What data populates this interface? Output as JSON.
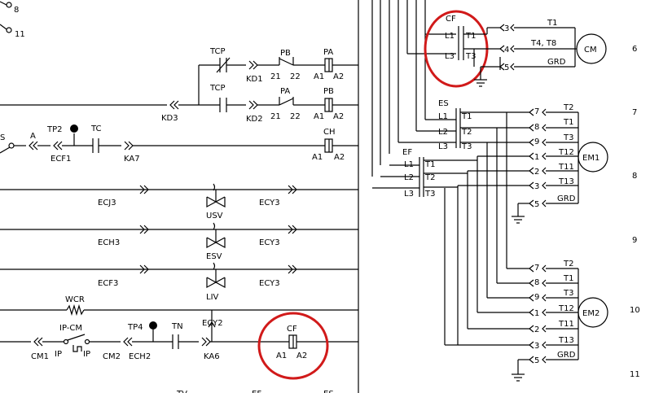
{
  "top_left": {
    "term8": "8",
    "term11": "11"
  },
  "rung_pa": {
    "tcp": "TCP",
    "kd1": "KD1",
    "pb": "PB",
    "c21": "21",
    "c22": "22",
    "coil": "PA",
    "a1": "A1",
    "a2": "A2"
  },
  "rung_pb": {
    "kd3": "KD3",
    "tcp": "TCP",
    "kd2": "KD2",
    "pa": "PA",
    "c21": "21",
    "c22": "22",
    "coil": "PB",
    "a1": "A1",
    "a2": "A2"
  },
  "rung_ch": {
    "s": "S",
    "a": "A",
    "tp2": "TP2",
    "ecf1": "ECF1",
    "tc": "TC",
    "ka7": "KA7",
    "coil": "CH",
    "a1": "A1",
    "a2": "A2"
  },
  "rung_usv": {
    "ecj3": "ECJ3",
    "valve": "USV",
    "ecy3": "ECY3"
  },
  "rung_esv": {
    "ech3": "ECH3",
    "valve": "ESV",
    "ecy3": "ECY3"
  },
  "rung_liv": {
    "ecf3": "ECF3",
    "valve": "LIV",
    "ecy3": "ECY3"
  },
  "rung_wcr": {
    "wcr": "WCR",
    "ecy2": "ECY2"
  },
  "rung_cf": {
    "ipcm": "IP-CM",
    "cm1": "CM1",
    "ip1": "IP",
    "ip2": "IP",
    "cm2": "CM2",
    "ech2": "ECH2",
    "tp4": "TP4",
    "tn": "TN",
    "ka6": "KA6",
    "coil": "CF",
    "a1": "A1",
    "a2": "A2"
  },
  "bottom_partial": {
    "tv": "TV",
    "ef": "EF",
    "es": "ES"
  },
  "cf_contactor": {
    "label": "CF",
    "l1": "L1",
    "t1": "T1",
    "l3": "L3",
    "t3": "T3"
  },
  "cm": {
    "p3": "3",
    "p4": "4",
    "p5": "5",
    "t1": "T1",
    "t48": "T4, T8",
    "grd": "GRD",
    "motor": "CM"
  },
  "es_contactor": {
    "label": "ES",
    "l1": "L1",
    "t1": "T1",
    "l2": "L2",
    "t2": "T2",
    "l3": "L3",
    "t3": "T3"
  },
  "ef_contactor": {
    "label": "EF",
    "l1": "L1",
    "t1": "T1",
    "l2": "L2",
    "t2": "T2",
    "l3": "L3",
    "t3": "T3"
  },
  "em1": {
    "p7": "7",
    "p8": "8",
    "p9": "9",
    "p1": "1",
    "p2": "2",
    "p3": "3",
    "p5": "5",
    "t2": "T2",
    "t1": "T1",
    "t3": "T3",
    "t12": "T12",
    "t11": "T11",
    "t13": "T13",
    "grd": "GRD",
    "motor": "EM1"
  },
  "em2": {
    "p7": "7",
    "p8": "8",
    "p9": "9",
    "p1": "1",
    "p2": "2",
    "p3": "3",
    "p5": "5",
    "t2": "T2",
    "t1": "T1",
    "t3": "T3",
    "t12": "T12",
    "t11": "T11",
    "t13": "T13",
    "grd": "GRD",
    "motor": "EM2"
  },
  "row_numbers": {
    "r6": "6",
    "r7": "7",
    "r8": "8",
    "r9": "9",
    "r10": "10",
    "r11": "11"
  },
  "highlight_color": "#d11a1a"
}
